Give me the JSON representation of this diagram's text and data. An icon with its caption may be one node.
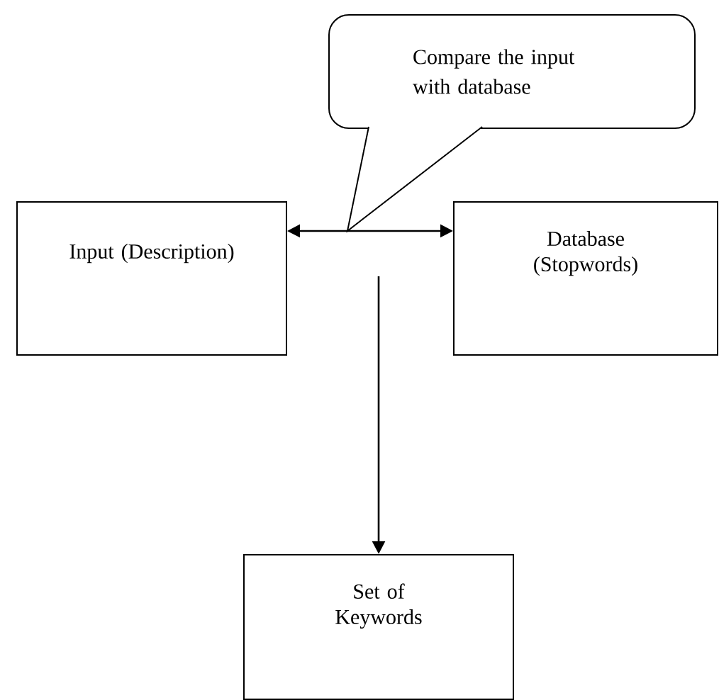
{
  "diagram": {
    "nodes": [
      {
        "text": [
          "Compare the input with database"
        ]
      },
      {
        "text": [
          "Input (Description)"
        ]
      },
      {
        "text": [
          "Database (Stopwords)"
        ]
      },
      {
        "text": [
          "Set of Keywords"
        ]
      }
    ],
    "edges": [
      {
        "from": 1,
        "to": 2,
        "arrow": "both"
      },
      {
        "from": null,
        "to": 3,
        "arrow": "to"
      }
    ]
  }
}
